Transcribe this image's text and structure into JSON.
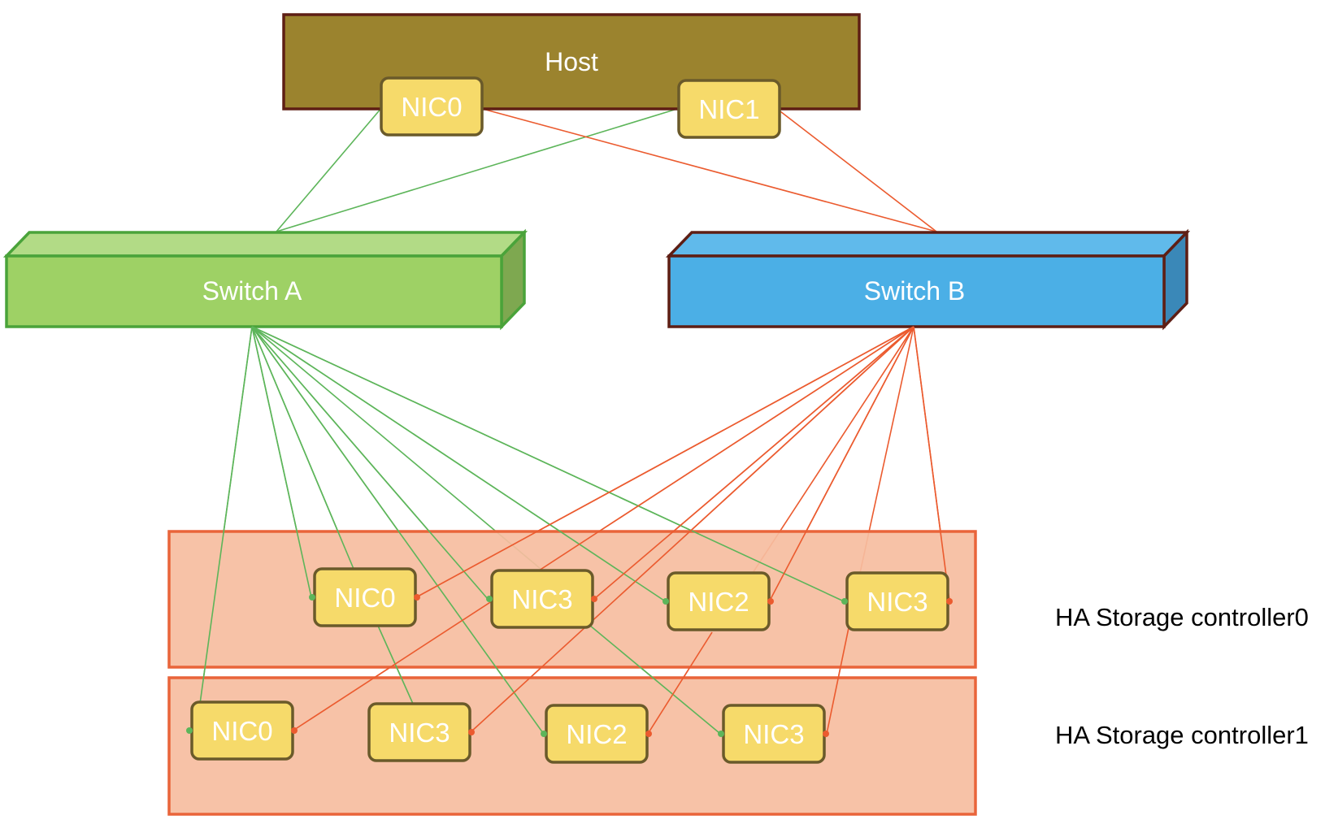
{
  "host": {
    "label": "Host",
    "nics": [
      "NIC0",
      "NIC1"
    ]
  },
  "switches": [
    {
      "label": "Switch A",
      "link_color": "#5db55a"
    },
    {
      "label": "Switch B",
      "link_color": "#eb5b2f"
    }
  ],
  "controllers": [
    {
      "label": "HA Storage controller0",
      "nics": [
        "NIC0",
        "NIC3",
        "NIC2",
        "NIC3"
      ]
    },
    {
      "label": "HA Storage controller1",
      "nics": [
        "NIC0",
        "NIC3",
        "NIC2",
        "NIC3"
      ]
    }
  ],
  "colors": {
    "host_fill": "#9b832e",
    "host_border": "#5e1e14",
    "nic_fill": "#f6da6a",
    "nic_border": "#6a5a2a",
    "switch_a_fill": "#9ed165",
    "switch_a_border": "#4aa33a",
    "switch_b_fill": "#4bafe6",
    "switch_b_border": "#5e1e14",
    "controller_fill": "#f6bd9f",
    "controller_border": "#e9643a",
    "link_green": "#5db55a",
    "link_red": "#eb5b2f"
  }
}
